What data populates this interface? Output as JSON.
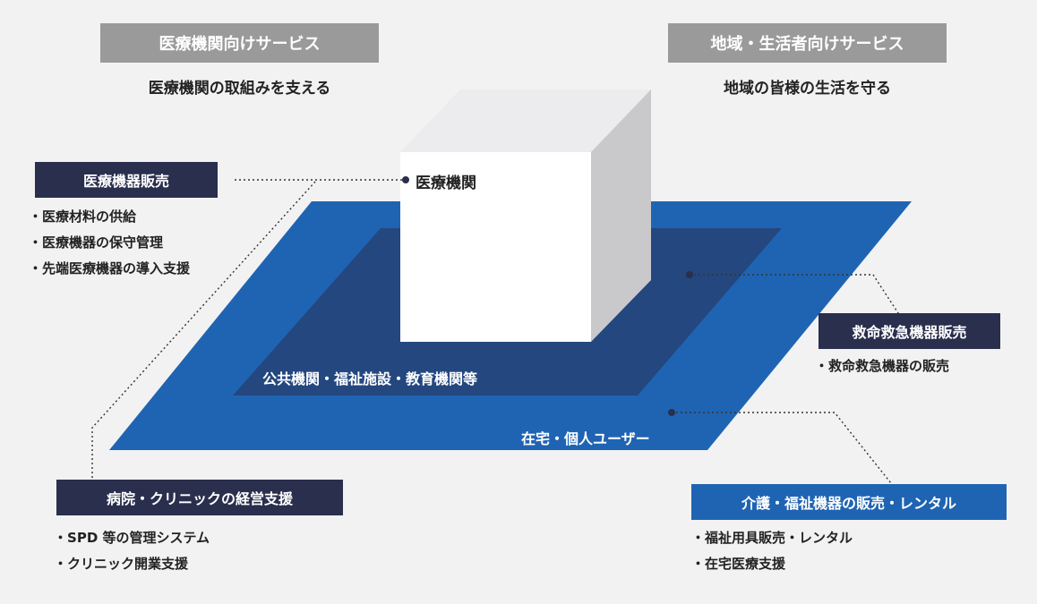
{
  "left_header": {
    "title": "医療機関向けサービス",
    "subtitle": "医療機関の取組みを支える"
  },
  "right_header": {
    "title": "地域・生活者向けサービス",
    "subtitle": "地域の皆様の生活を守る"
  },
  "layers": {
    "building": "医療機関",
    "inner": "公共機関・福祉施設・教育機関等",
    "outer": "在宅・個人ユーザー"
  },
  "services": {
    "medical_equipment": {
      "title": "医療機器販売",
      "items": [
        "医療材料の供給",
        "医療機器の保守管理",
        "先端医療機器の導入支援"
      ]
    },
    "clinic_management": {
      "title": "病院・クリニックの経営支援",
      "items": [
        "SPD 等の管理システム",
        "クリニック開業支援"
      ]
    },
    "emergency": {
      "title": "救命救急機器販売",
      "items": [
        "救命救急機器の販売"
      ]
    },
    "care": {
      "title": "介護・福祉機器の販売・レンタル",
      "items": [
        "福祉用具販売・レンタル",
        "在宅医療支援"
      ]
    }
  },
  "colors": {
    "outer": "#1f64b3",
    "inner": "#24477f",
    "navy": "#2a2f4d",
    "gray": "#9a9a9a"
  }
}
